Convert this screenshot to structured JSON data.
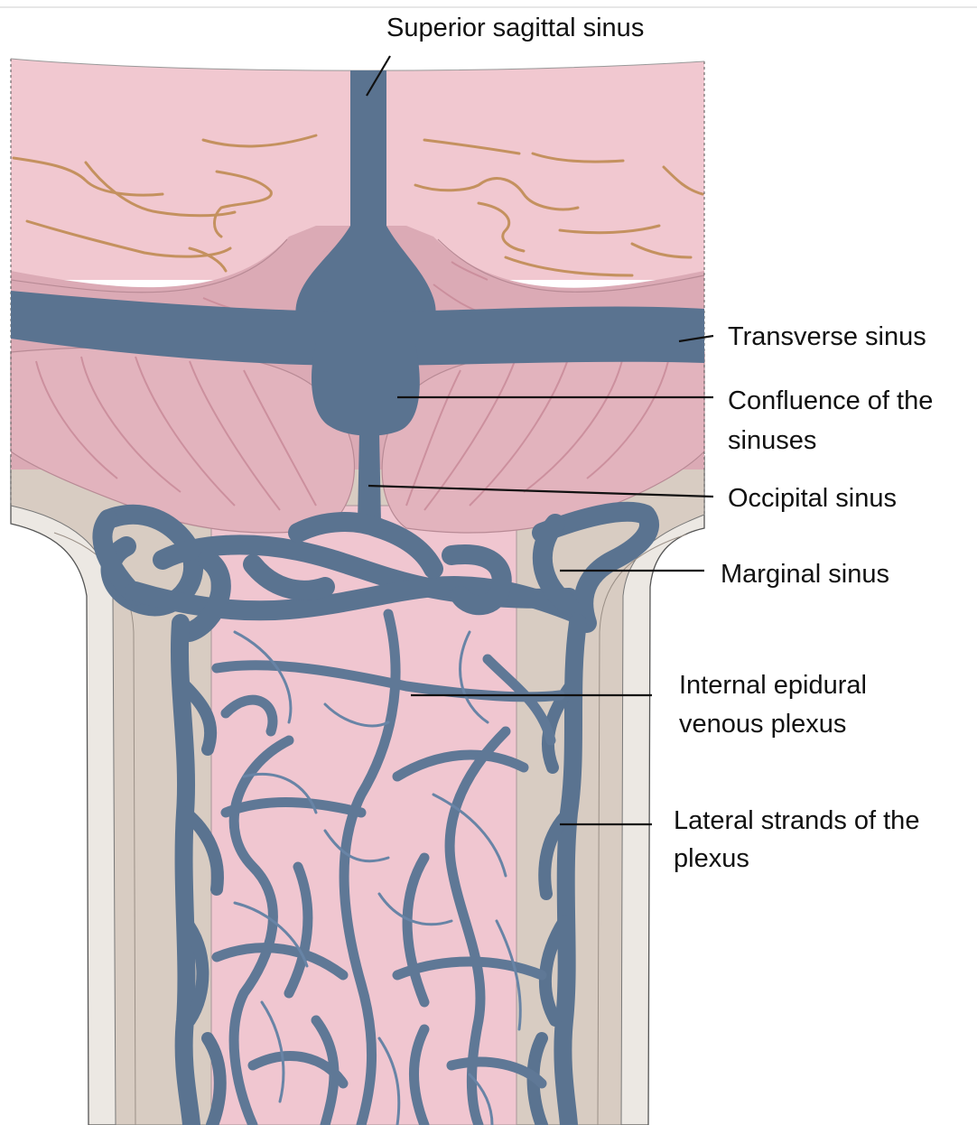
{
  "labels": {
    "superior_sagittal_sinus": "Superior sagittal sinus",
    "transverse_sinus": "Transverse sinus",
    "confluence_line1": "Confluence of the",
    "confluence_line2": "sinuses",
    "occipital_sinus": "Occipital sinus",
    "marginal_sinus": "Marginal sinus",
    "internal_epidural_line1": "Internal epidural",
    "internal_epidural_line2": "venous plexus",
    "lateral_strands_line1": "Lateral strands of the",
    "lateral_strands_line2": "plexus"
  },
  "colors": {
    "vein": "#5a7390",
    "vein_light": "#6884a6",
    "brain": "#f1c8d0",
    "cerebellum": "#e2b3bd",
    "tentorium": "#dbaab5",
    "sulcus": "#c4915f",
    "folia": "#c98b99",
    "dura": "#d8ccc2",
    "bone": "#ece8e3",
    "cord": "#f0c6d0"
  }
}
